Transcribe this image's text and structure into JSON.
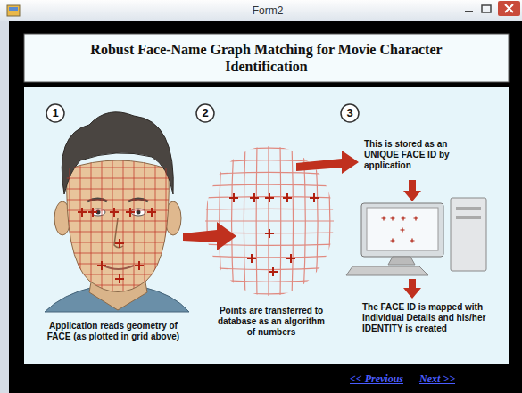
{
  "diagram": {
    "title": "Robust Face-Name Graph Matching for Movie Character Identification",
    "labels": [
      "Form2",
      "1",
      "2",
      "3",
      "Application reads geometry of FACE (as plotted in grid above)",
      "Points are transferred to database as an algorithm of numbers",
      "This is stored as an UNIQUE FACE ID by application",
      "The FACE ID is mapped with Individual Details and his/her IDENTITY is created",
      "<< Previous",
      "Next >>"
    ]
  }
}
